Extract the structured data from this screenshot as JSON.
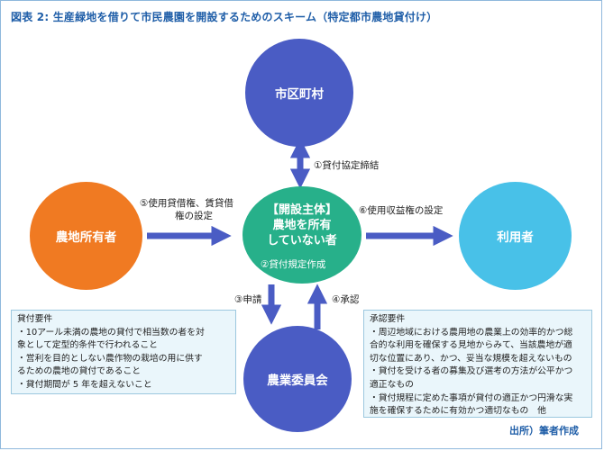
{
  "title": "図表 2: 生産緑地を借りて市民農園を開設するためのスキーム（特定都市農地貸付け）",
  "nodes": {
    "city": "市区町村",
    "owner": "農地所有者",
    "center_lines": [
      "【開設主体】",
      "農地を所有",
      "していない者"
    ],
    "user": "利用者",
    "committee": "農業委員会"
  },
  "edge_labels": {
    "e1": "①貸付協定締結",
    "e5": [
      "⑤使用貸借権、賃貸借",
      "権の設定"
    ],
    "e6": "⑥使用収益権の設定",
    "e2": "②貸付規定作成",
    "e3": "③申請",
    "e4": "④承認"
  },
  "left_box": {
    "heading": "貸付要件",
    "lines": [
      "・10アール未満の農地の貸付で相当数の者を対",
      "象として定型的条件で行われること",
      "・営利を目的としない農作物の栽培の用に供す",
      "るための農地の貸付であること",
      "・貸付期間が 5 年を超えないこと"
    ]
  },
  "right_box": {
    "heading": "承認要件",
    "lines": [
      "・周辺地域における農用地の農業上の効率的かつ総",
      "合的な利用を確保する見地からみて、当該農地が適",
      "切な位置にあり、かつ、妥当な規模を超えないもの",
      "・貸付を受ける者の募集及び選考の方法が公平かつ",
      "適正なもの",
      "・貸付規程に定めた事項が貸付の適正かつ円滑な実",
      "施を確保するために有効かつ適切なもの　他"
    ]
  },
  "source": "出所）筆者作成",
  "colors": {
    "city": "#4a5cc4",
    "owner": "#f07a22",
    "center": "#27b08a",
    "user": "#48c1e8",
    "committee": "#4a5cc4",
    "arrow": "#4a5cc4",
    "title": "#1f5ea8"
  }
}
